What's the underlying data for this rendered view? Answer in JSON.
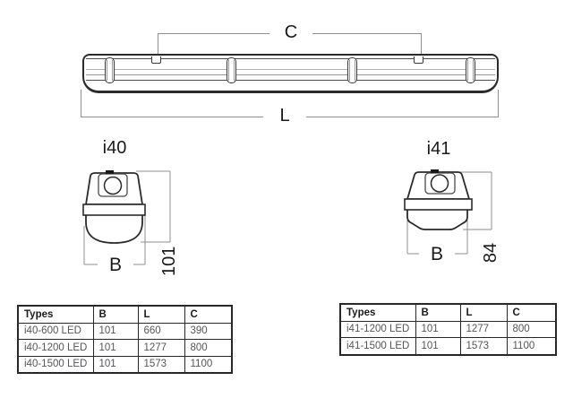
{
  "side_view": {
    "dim_span_label": "C",
    "dim_length_label": "L"
  },
  "sections": {
    "i40": {
      "title": "i40",
      "dim_width_label": "B",
      "dim_height_label": "101"
    },
    "i41": {
      "title": "i41",
      "dim_width_label": "B",
      "dim_height_label": "84"
    }
  },
  "tables": {
    "i40": {
      "headers": [
        "Types",
        "B",
        "L",
        "C"
      ],
      "rows": [
        [
          "i40-600 LED",
          "101",
          "660",
          "390"
        ],
        [
          "i40-1200 LED",
          "101",
          "1277",
          "800"
        ],
        [
          "i40-1500 LED",
          "101",
          "1573",
          "1100"
        ]
      ]
    },
    "i41": {
      "headers": [
        "Types",
        "B",
        "L",
        "C"
      ],
      "rows": [
        [
          "i41-1200 LED",
          "101",
          "1277",
          "800"
        ],
        [
          "i41-1500 LED",
          "101",
          "1573",
          "1100"
        ]
      ]
    }
  },
  "colors": {
    "drawing_line": "#2b2b2b",
    "dimension_line": "#8f8f8f",
    "table_border": "#28282b",
    "table_text": "#55565a"
  }
}
